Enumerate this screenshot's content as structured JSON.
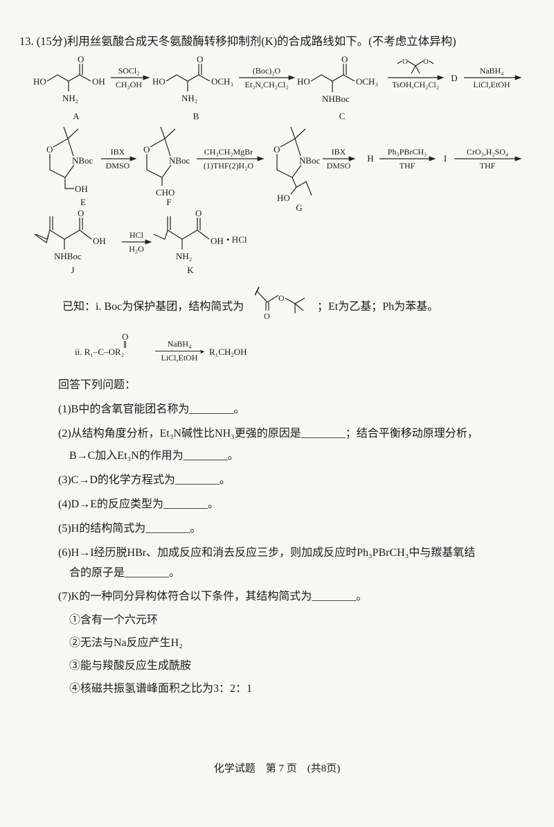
{
  "question": {
    "title": "13. (15分)利用丝氨酸合成天冬氨酸酶转移抑制剂(K)的合成路线如下。(不考虑立体异构)"
  },
  "scheme": {
    "compounds": [
      "A",
      "B",
      "C",
      "D",
      "E",
      "F",
      "G",
      "H",
      "I",
      "J",
      "K"
    ],
    "atoms": {
      "HO": "HO",
      "OH": "OH",
      "O": "O",
      "NH2": "NH₂",
      "OCH3": "OCH₃",
      "NHBoc": "NHBoc",
      "NBoc": "NBoc",
      "CHO": "CHO",
      "HCl_salt": "• HCl"
    },
    "reagents": {
      "r1_top": "SOCl₂",
      "r1_bottom": "CH₃OH",
      "r2_top": "(Boc)₂O",
      "r2_bottom": "Et₃N,CH₂Cl₂",
      "r3_bottom": "TsOH,CH₂Cl₂",
      "r4_top": "NaBH₄",
      "r4_bottom": "LiCl,EtOH",
      "r5_top": "IBX",
      "r5_bottom": "DMSO",
      "r6_top": "CH₃CH₂MgBr",
      "r6_bottom": "(1)THF(2)H₂O",
      "r7_top": "IBX",
      "r7_bottom": "DMSO",
      "r8_top": "Ph₃PBrCH₃",
      "r8_bottom": "THF",
      "r9_top": "CrO₃,H₂SO₄",
      "r9_bottom": "THF",
      "r10_top": "HCl",
      "r10_bottom": "H₂O"
    }
  },
  "known": {
    "i_prefix": "已知：i. Boc为保护基团，结构简式为",
    "i_suffix": "；Et为乙基；Ph为苯基。",
    "ii_prefix": "ii. R₁–C–OR₂",
    "ii_reagent_top": "NaBH₄",
    "ii_reagent_bottom": "LiCl,EtOH",
    "ii_product": "R₁CH₂OH"
  },
  "questions": {
    "intro": "回答下列问题：",
    "q1": "(1)B中的含氧官能团名称为________。",
    "q2a": "(2)从结构角度分析，Et₃N碱性比NH₃更强的原因是________；结合平衡移动原理分析，",
    "q2b": "B→C加入Et₃N的作用为________。",
    "q3": "(3)C→D的化学方程式为________。",
    "q4": "(4)D→E的反应类型为________。",
    "q5": "(5)H的结构简式为________。",
    "q6a": "(6)H→I经历脱HBr、加成反应和消去反应三步，则加成反应时Ph₃PBrCH₃中与羰基氧结",
    "q6b": "合的原子是________。",
    "q7": "(7)K的一种同分异构体符合以下条件，其结构简式为________。",
    "conditions": [
      "①含有一个六元环",
      "②无法与Na反应产生H₂",
      "③能与羧酸反应生成酰胺",
      "④核磁共振氢谱峰面积之比为3：2：1"
    ]
  },
  "footer": "化学试题　第 7 页　(共8页)"
}
